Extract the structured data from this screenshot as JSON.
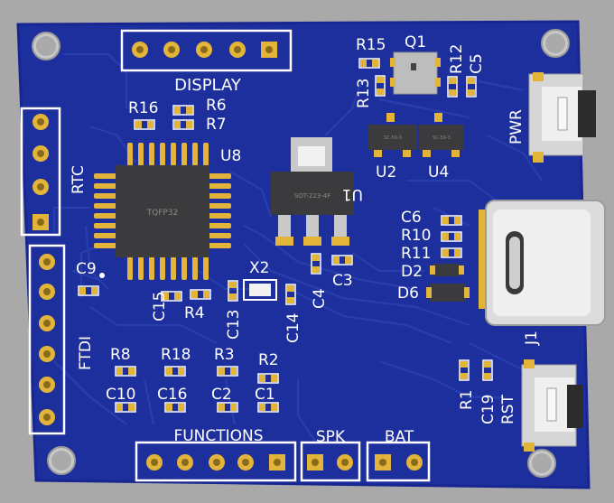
{
  "board": {
    "colors": {
      "background": "#a9a9a9",
      "pcb": "#1d2f9c",
      "pcb_edge": "#172690",
      "trace": "#2a3fb0",
      "pad": "#e2b53a",
      "silk": "#ffffff",
      "chip": "#3b3b3e"
    },
    "labels": {
      "display": "DISPLAY",
      "rtc": "RTC",
      "ftdi": "FTDI",
      "functions": "FUNCTIONS",
      "spk": "SPK",
      "bat": "BAT",
      "pwr": "PWR",
      "rst": "RST",
      "u8": "U8",
      "x2": "X2",
      "u1": "U1",
      "u2": "U2",
      "u4": "U4",
      "q1": "Q1",
      "j1": "J1",
      "r15": "R15",
      "r13": "R13",
      "r12": "R12",
      "c5": "C5",
      "r16": "R16",
      "r6": "R6",
      "r7": "R7",
      "c9": "C9",
      "c15": "C15",
      "r4": "R4",
      "c13": "C13",
      "c14": "C14",
      "c4": "C4",
      "c3": "C3",
      "c6": "C6",
      "r10": "R10",
      "r11": "R11",
      "d2": "D2",
      "d6": "D6",
      "r8": "R8",
      "c10": "C10",
      "r18": "R18",
      "c16": "C16",
      "r3": "R3",
      "c2": "C2",
      "r2": "R2",
      "c1": "C1",
      "r1": "R1",
      "c19": "C19"
    },
    "chip_marks": {
      "u8": "TQFP32",
      "u1": "SOT-223-4F",
      "u2": "SC-59-3",
      "u4": "SC-59-3"
    }
  }
}
